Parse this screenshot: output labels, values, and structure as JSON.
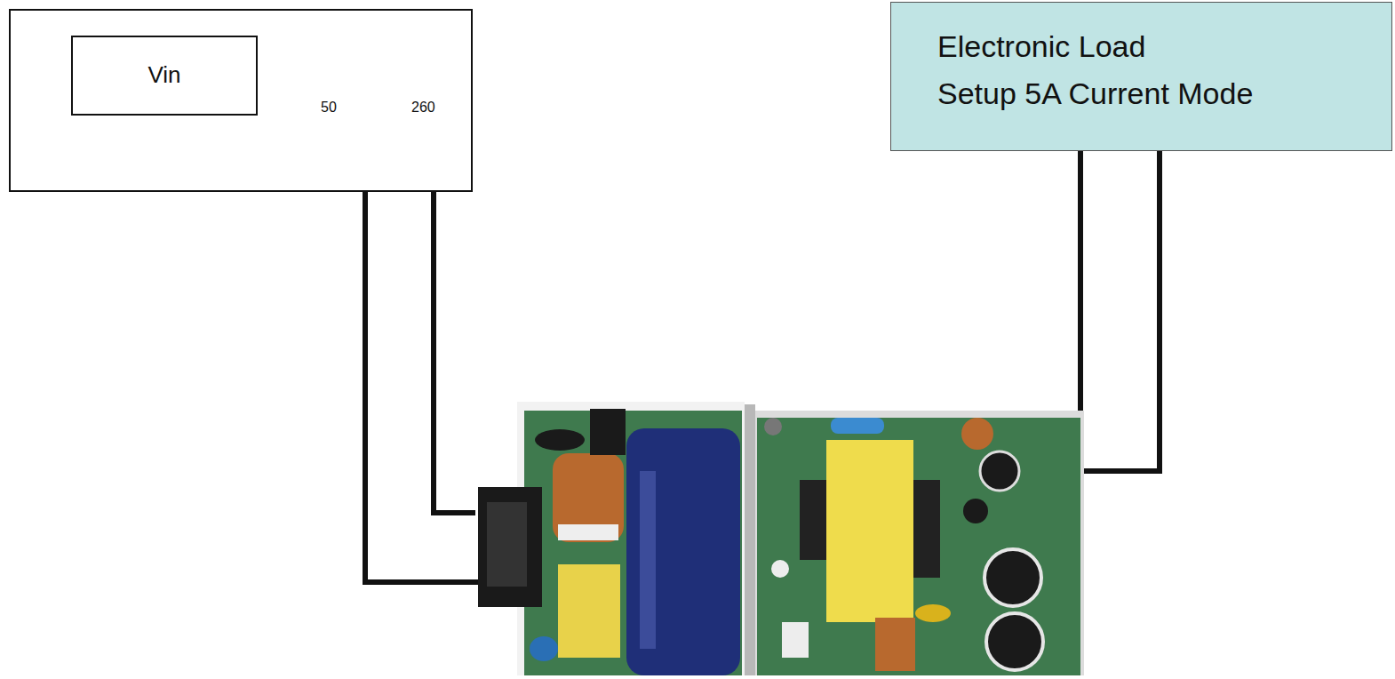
{
  "diagram": {
    "nodes": [
      {
        "text": [
          "50",
          "260"
        ]
      },
      {
        "text": [
          "Vin"
        ],
        "in": 0
      },
      {
        "text": [
          "Electronic Load",
          "Setup 5A Current Mode"
        ]
      }
    ]
  }
}
